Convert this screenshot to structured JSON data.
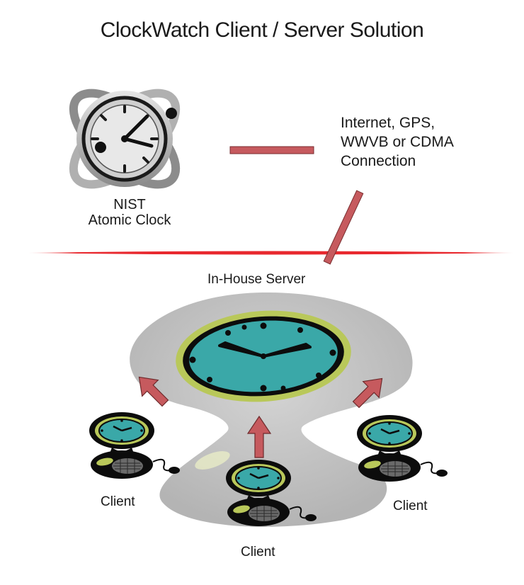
{
  "title": "ClockWatch Client / Server Solution",
  "connection_label": [
    "Internet, GPS,",
    "WWVB or CDMA",
    "Connection"
  ],
  "atomic_clock_label": [
    "NIST",
    "Atomic Clock"
  ],
  "server_label": "In-House Server",
  "clients": [
    {
      "label": "Client"
    },
    {
      "label": "Client"
    },
    {
      "label": "Client"
    }
  ],
  "colors": {
    "connector": "#c65a5e",
    "divider": "#e8282e",
    "clock_face": "#3aa8a8",
    "bezel": "#c6d46a",
    "platform": "#c4c4c4",
    "atomic_clock_body": "#9a9a9a"
  },
  "icons": [
    "atomic-clock-icon",
    "server-clock-icon",
    "client-computer-icon"
  ]
}
